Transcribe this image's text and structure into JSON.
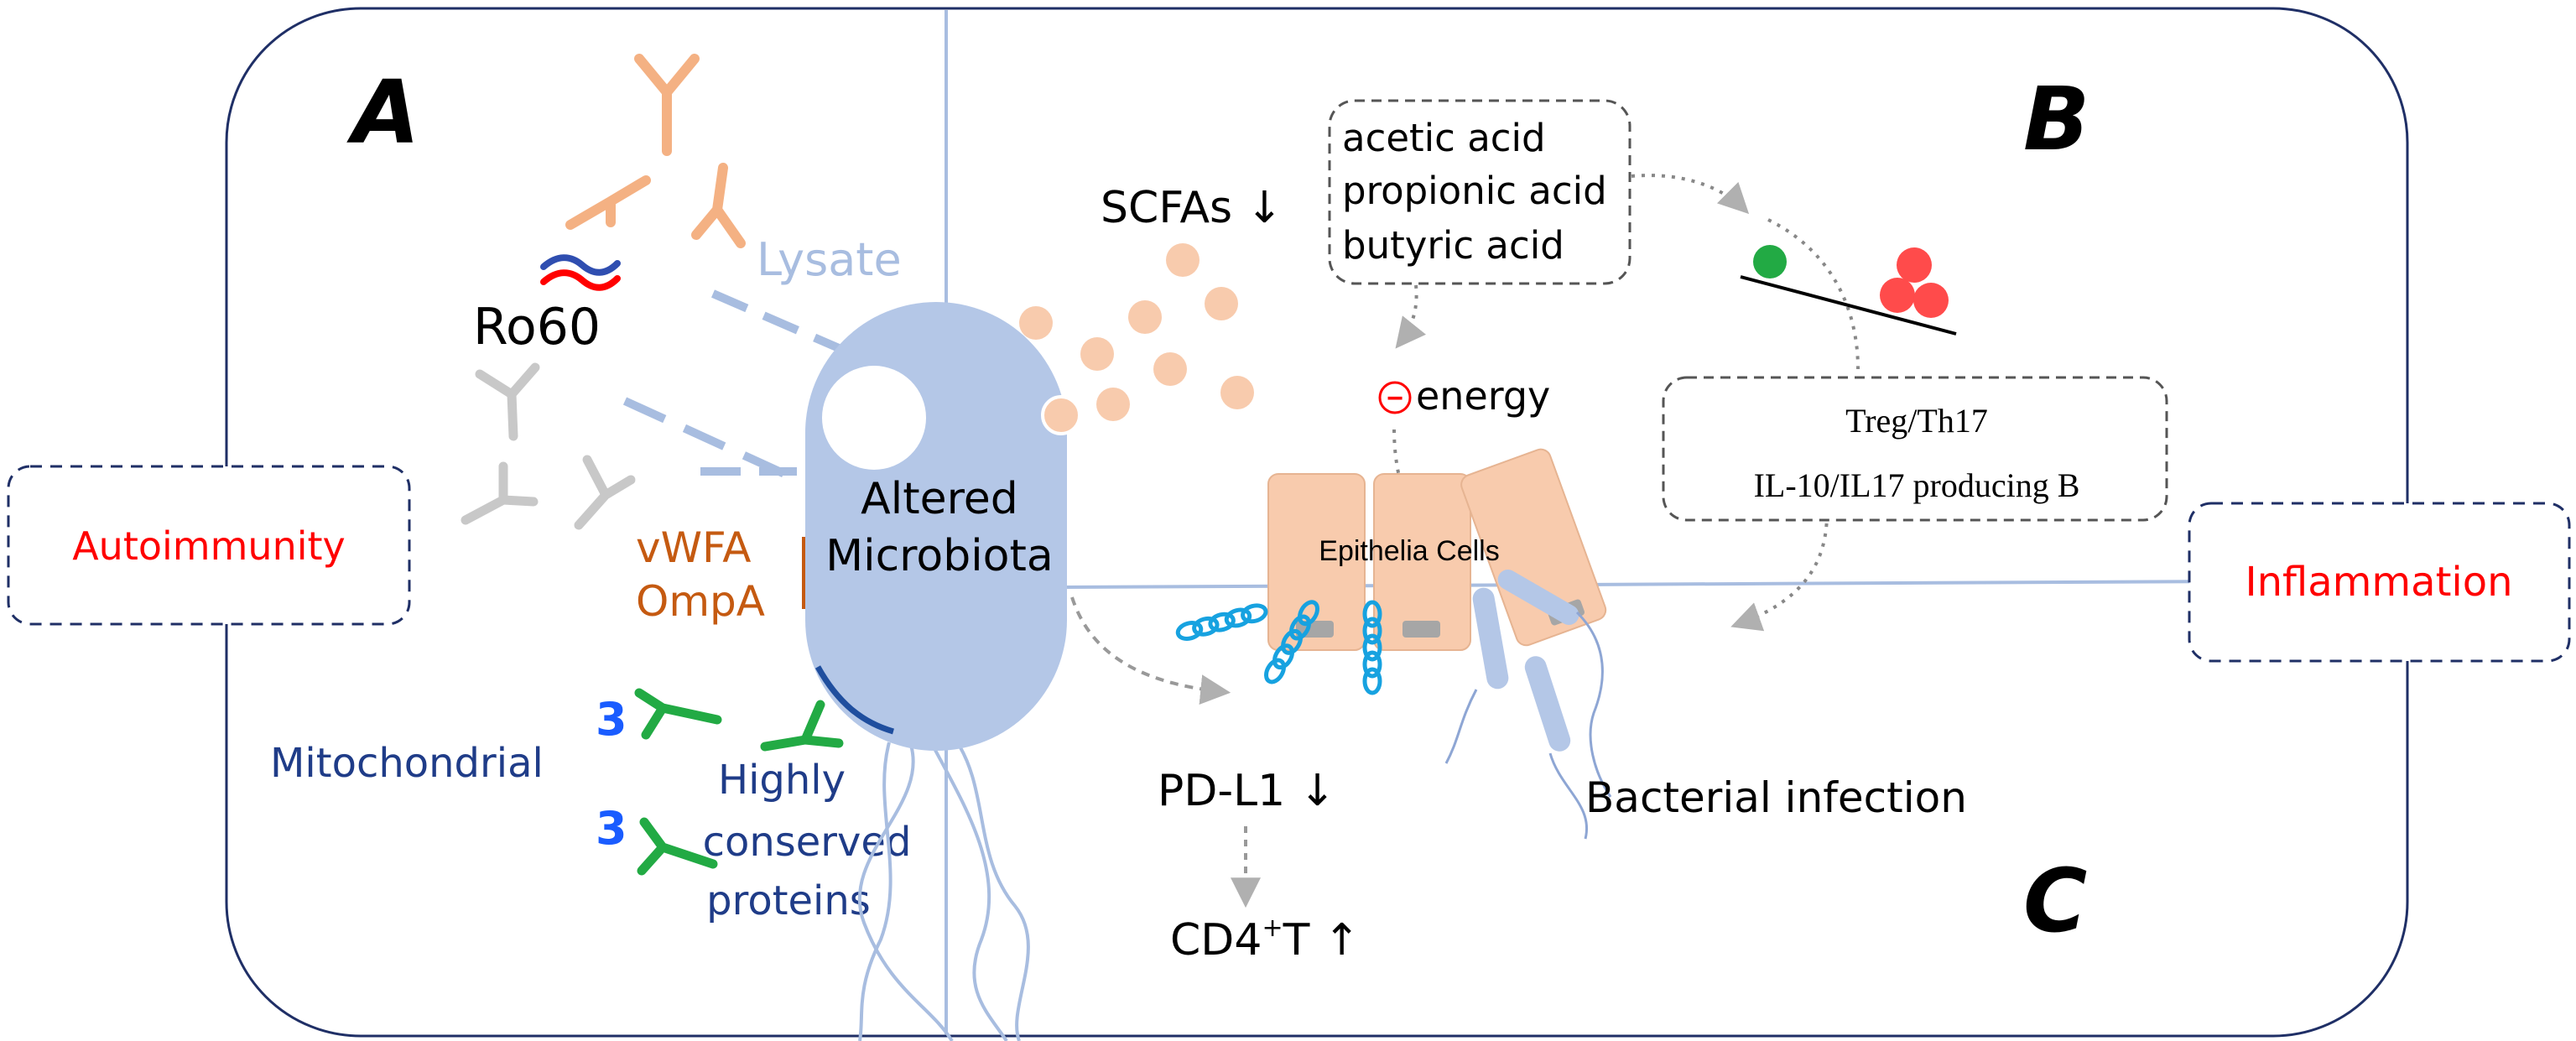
{
  "panels": {
    "a": "A",
    "b": "B",
    "c": "C"
  },
  "outer_labels": {
    "left": "Autoimmunity",
    "right": "Inflammation"
  },
  "center": {
    "line1": "Altered",
    "line2": "Microbiota"
  },
  "panel_a": {
    "ro60": "Ro60",
    "lysate": "Lysate",
    "vwfa": "vWFA",
    "ompa": "OmpA",
    "mitochondrial": "Mitochondrial",
    "digit_top": "3",
    "digit_bottom": "3",
    "conserved_1": "Highly",
    "conserved_2": "conserved",
    "conserved_3": "proteins"
  },
  "panel_b": {
    "scfas": "SCFAs ↓",
    "acids": [
      "acetic acid",
      "propionic acid",
      "butyric acid"
    ],
    "energy_sign": "−",
    "energy": "energy",
    "treg": "Treg/Th17",
    "il": "IL-10/IL17 producing B"
  },
  "panel_c": {
    "epithelia": "Epithelia Cells",
    "pdl1": "PD-L1 ↓",
    "cd4_main": "CD4",
    "cd4_sup": "+",
    "cd4_tail": "T ↑",
    "bacterial": "Bacterial infection"
  },
  "colors": {
    "frame": "#1f2f66",
    "divider": "#a8bde0",
    "microbe": "#b4c7e7",
    "antibody_orange": "#f4b183",
    "antibody_gray": "#c8c8c8",
    "antibody_green": "#22aa44",
    "red_text": "#ff0000",
    "brown_text": "#c55a11",
    "blue_text": "#1f3c88",
    "digit_blue": "#1a5cff",
    "cell": "#f8cbad",
    "dna": "#17a2e0"
  }
}
